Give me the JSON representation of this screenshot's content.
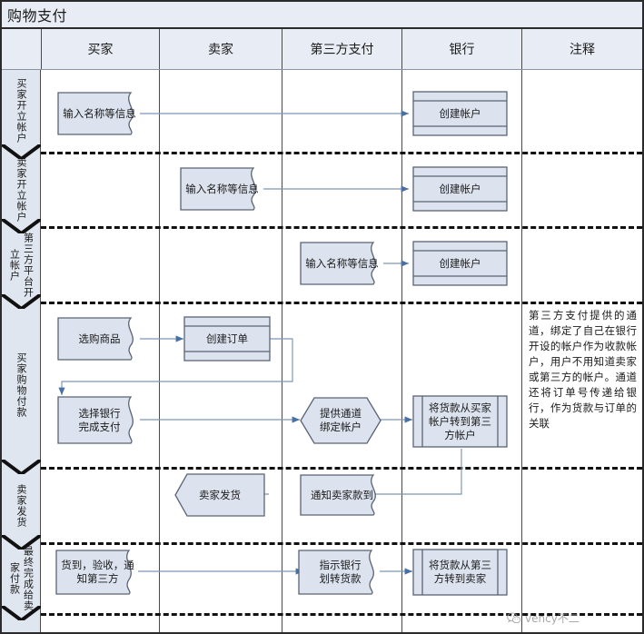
{
  "diagram": {
    "title": "购物支付",
    "columns": [
      {
        "label": "",
        "name": "lane-col"
      },
      {
        "label": "买家",
        "name": "header-buyer"
      },
      {
        "label": "卖家",
        "name": "header-seller"
      },
      {
        "label": "第三方支付",
        "name": "header-thirdparty"
      },
      {
        "label": "银行",
        "name": "header-bank"
      },
      {
        "label": "注释",
        "name": "header-note"
      }
    ],
    "lanes": [
      {
        "label": "买家开立帐户",
        "name": "lane-buyer-open-account"
      },
      {
        "label": "卖家开立帐户",
        "name": "lane-seller-open-account"
      },
      {
        "label": "第三方平台开立帐户",
        "name": "lane-platform-open-account"
      },
      {
        "label": "买家购物付款",
        "name": "lane-buyer-pay"
      },
      {
        "label": "卖家发货",
        "name": "lane-seller-ship"
      },
      {
        "label": "最终完成给卖家付款",
        "name": "lane-final-pay-seller"
      }
    ],
    "nodes": [
      {
        "id": "n1",
        "text": "输入名称等信息",
        "shape": "document"
      },
      {
        "id": "n2",
        "text": "创建帐户",
        "shape": "internal-storage-h"
      },
      {
        "id": "n3",
        "text": "输入名称等信息",
        "shape": "document"
      },
      {
        "id": "n4",
        "text": "创建帐户",
        "shape": "internal-storage-h"
      },
      {
        "id": "n5",
        "text": "输入名称等信息",
        "shape": "document"
      },
      {
        "id": "n6",
        "text": "创建帐户",
        "shape": "internal-storage-h"
      },
      {
        "id": "n7",
        "text": "选购商品",
        "shape": "document"
      },
      {
        "id": "n8",
        "text": "创建订单",
        "shape": "internal-storage-h"
      },
      {
        "id": "n9",
        "text": "选择银行\n完成支付",
        "shape": "document"
      },
      {
        "id": "n10",
        "text": "提供通道\n绑定帐户",
        "shape": "hexagon"
      },
      {
        "id": "n11",
        "text": "将货款从买家\n帐户转到第三\n方帐户",
        "shape": "predefined-process"
      },
      {
        "id": "n12",
        "text": "卖家发货",
        "shape": "chevron-left"
      },
      {
        "id": "n13",
        "text": "通知卖家款到",
        "shape": "document"
      },
      {
        "id": "n14",
        "text": "货到，验收，通\n知第三方",
        "shape": "document"
      },
      {
        "id": "n15",
        "text": "指示银行\n划转货款",
        "shape": "document"
      },
      {
        "id": "n16",
        "text": "将货款从第三\n方转到卖家",
        "shape": "predefined-process"
      }
    ],
    "note": "第三方支付提供的通道，绑定了自己在银行开设的帐户作为收款帐户，用户不用知道卖家或第三方的帐户。通道还将订单号传递给银行，作为货款与订单的关联",
    "watermark": "vency不二",
    "colors": {
      "shape_fill": "#dce3ef",
      "shape_stroke": "#5a6375",
      "lane_fill": "#dfe6f0",
      "header_fill": "#e8edf5",
      "connector": "#7e96b8",
      "grid_line": "#4a4a4a",
      "divider": "#111111"
    }
  }
}
